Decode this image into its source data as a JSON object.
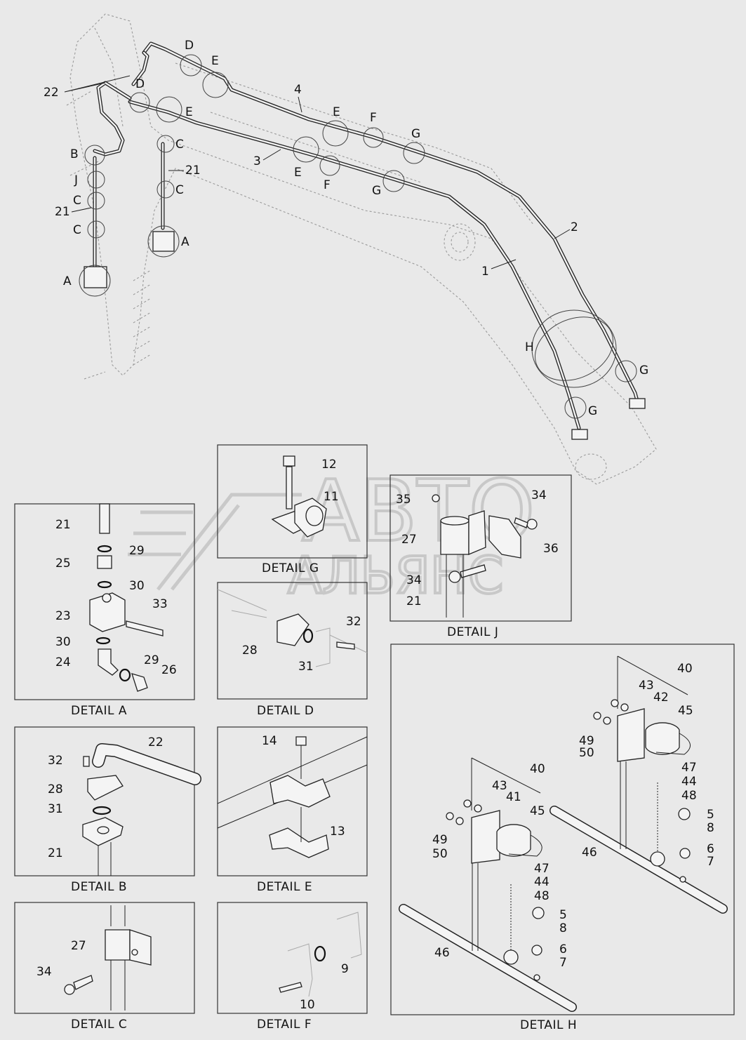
{
  "watermark": {
    "line1": "АВТО",
    "line2": "АЛЬЯНС"
  },
  "main_view": {
    "labels": {
      "l22": "22",
      "d1": "D",
      "d2": "D",
      "e1": "E",
      "e2": "E",
      "e3": "E",
      "e4": "E",
      "l4": "4",
      "l3": "3",
      "f1": "F",
      "f2": "F",
      "g1": "G",
      "g2": "G",
      "g3": "G",
      "g4": "G",
      "b": "B",
      "j": "J",
      "c1": "C",
      "c2": "C",
      "c3": "C",
      "c4": "C",
      "l21a": "21",
      "l21b": "21",
      "a1": "A",
      "a2": "A",
      "l2": "2",
      "l1": "1",
      "h": "H"
    }
  },
  "details": {
    "a": {
      "caption": "DETAIL  A",
      "labels": [
        "21",
        "29",
        "25",
        "30",
        "23",
        "33",
        "30",
        "24",
        "29",
        "26"
      ]
    },
    "b": {
      "caption": "DETAIL  B",
      "labels": [
        "32",
        "22",
        "28",
        "31",
        "21"
      ]
    },
    "c": {
      "caption": "DETAIL  C",
      "labels": [
        "27",
        "34"
      ]
    },
    "d": {
      "caption": "DETAIL  D",
      "labels": [
        "32",
        "28",
        "31"
      ]
    },
    "e": {
      "caption": "DETAIL  E",
      "labels": [
        "14",
        "13"
      ]
    },
    "f": {
      "caption": "DETAIL  F",
      "labels": [
        "9",
        "10"
      ]
    },
    "g": {
      "caption": "DETAIL  G",
      "labels": [
        "12",
        "11"
      ]
    },
    "j": {
      "caption": "DETAIL  J",
      "labels": [
        "35",
        "34",
        "27",
        "36",
        "34",
        "21"
      ]
    },
    "h": {
      "caption": "DETAIL  H",
      "labels": [
        "40",
        "43",
        "42",
        "45",
        "49",
        "50",
        "47",
        "44",
        "48",
        "5",
        "8",
        "6",
        "7",
        "46",
        "40",
        "43",
        "41",
        "45",
        "49",
        "50",
        "47",
        "44",
        "48",
        "5",
        "8",
        "46",
        "6",
        "7"
      ]
    }
  }
}
